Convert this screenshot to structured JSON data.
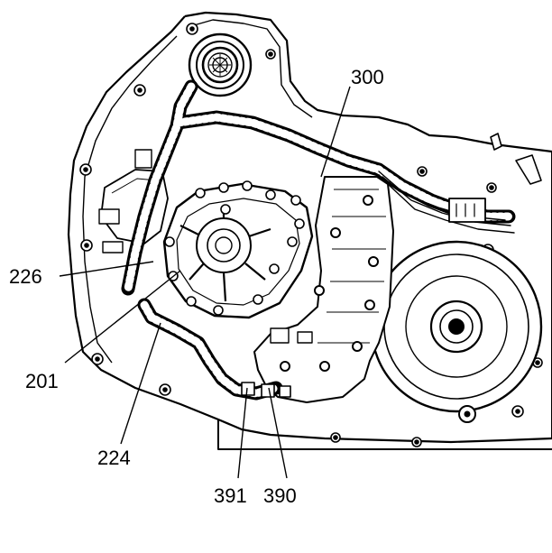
{
  "diagram": {
    "subject": "transmission-case-with-valve-body-and-wiring-harness",
    "colors": {
      "ink": "#000000",
      "paper": "#ffffff",
      "chain": "#1a1a1a"
    },
    "callouts": [
      {
        "id": "c300",
        "label": "300"
      },
      {
        "id": "c226",
        "label": "226"
      },
      {
        "id": "c201",
        "label": "201"
      },
      {
        "id": "c224",
        "label": "224"
      },
      {
        "id": "c391",
        "label": "391"
      },
      {
        "id": "c390",
        "label": "390"
      }
    ]
  }
}
